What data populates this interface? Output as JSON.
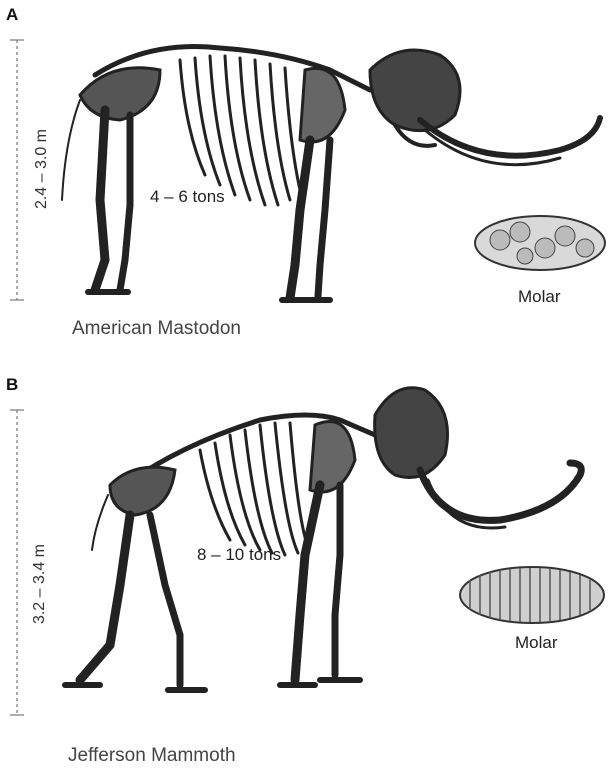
{
  "panels": [
    {
      "letter": "A",
      "height_range": "2.4 – 3.0 m",
      "weight": "4 – 6 tons",
      "species": "American Mastodon",
      "molar_label": "Molar"
    },
    {
      "letter": "B",
      "height_range": "3.2 – 3.4 m",
      "weight": "8 – 10 tons",
      "species": "Jefferson Mammoth",
      "molar_label": "Molar"
    }
  ]
}
